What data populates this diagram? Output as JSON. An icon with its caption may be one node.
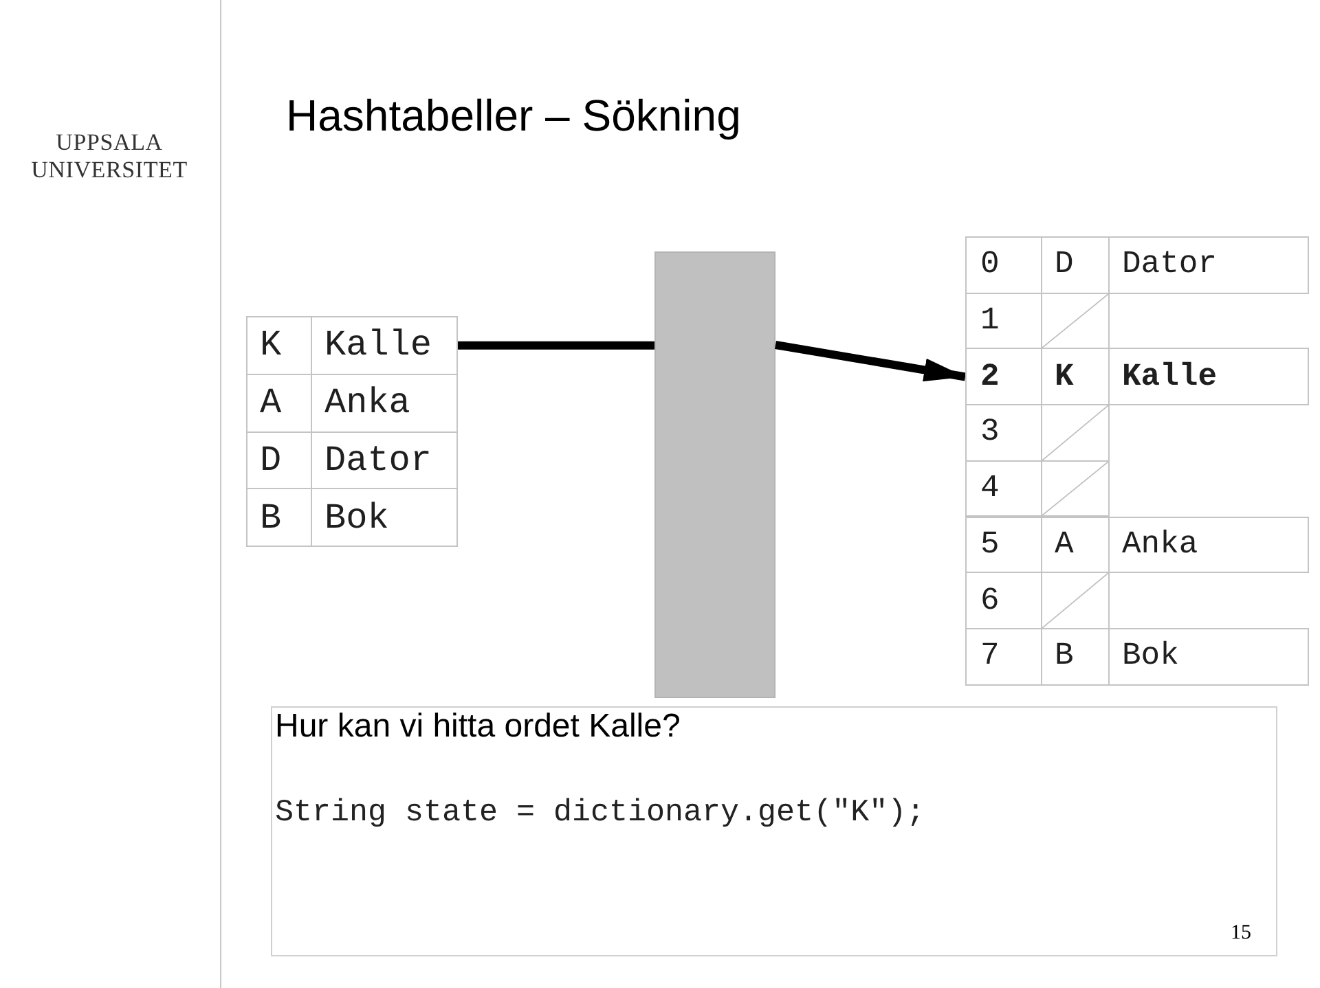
{
  "diagram": {
    "title": "Hashtabeller – Sökning",
    "nodes": [
      {
        "text": [
          "K",
          "Kalle"
        ]
      },
      {
        "text": [
          "A",
          "Anka"
        ]
      },
      {
        "text": [
          "D",
          "Dator"
        ]
      },
      {
        "text": [
          "B",
          "Bok"
        ]
      },
      {
        "text": [],
        "shape": "bar"
      },
      {
        "text": [
          "0",
          "D",
          "Dator"
        ]
      },
      {
        "text": [
          "1"
        ]
      },
      {
        "text": [
          "2",
          "K",
          "Kalle"
        ]
      },
      {
        "text": [
          "3"
        ]
      },
      {
        "text": [
          "4"
        ]
      },
      {
        "text": [
          "5",
          "A",
          "Anka"
        ]
      },
      {
        "text": [
          "6"
        ]
      },
      {
        "text": [
          "7",
          "B",
          "Bok"
        ]
      },
      {
        "text": [
          "Hur kan vi hitta ordet Kalle?",
          "String state = dictionary.get(\"K\");",
          "15"
        ]
      }
    ],
    "edges": [
      {
        "from": 0,
        "to": 4,
        "arrow": "none"
      },
      {
        "from": 4,
        "to": 7,
        "arrow": "to"
      }
    ],
    "labels": [
      "UPPSALA UNIVERSITET"
    ]
  }
}
